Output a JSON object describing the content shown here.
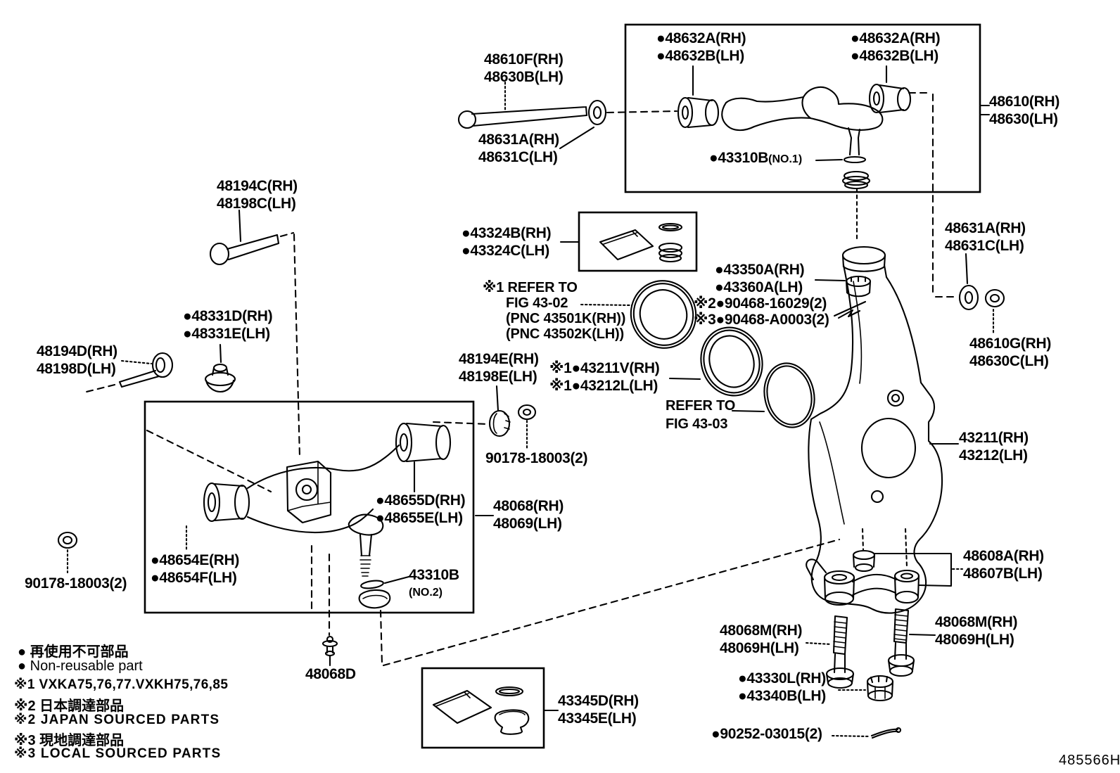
{
  "figure": {
    "code": "485566H"
  },
  "labels": {
    "l48610f": {
      "l1": "48610F(RH)",
      "l2": "48630B(LH)"
    },
    "l48631a_top": {
      "l1": "48631A(RH)",
      "l2": "48631C(LH)"
    },
    "l48632a_left": {
      "l1": "●48632A(RH)",
      "l2": "●48632B(LH)"
    },
    "l48632a_right": {
      "l1": "●48632A(RH)",
      "l2": "●48632B(LH)"
    },
    "l43310b_no1": {
      "num": "●43310B",
      "note": "(NO.1)"
    },
    "l48610": {
      "l1": "48610(RH)",
      "l2": "48630(LH)"
    },
    "l48631a_right": {
      "l1": "48631A(RH)",
      "l2": "48631C(LH)"
    },
    "l48610g": {
      "l1": "48610G(RH)",
      "l2": "48630C(LH)"
    },
    "l43211": {
      "l1": "43211(RH)",
      "l2": "43212(LH)"
    },
    "l48194c": {
      "l1": "48194C(RH)",
      "l2": "48198C(LH)"
    },
    "l48331d": {
      "l1": "●48331D(RH)",
      "l2": "●48331E(LH)"
    },
    "l48194d": {
      "l1": "48194D(RH)",
      "l2": "48198D(LH)"
    },
    "l48194e": {
      "l1": "48194E(RH)",
      "l2": "48198E(LH)"
    },
    "l90178_mid": {
      "l1": "90178-18003(2)"
    },
    "l90178_left": {
      "l1": "90178-18003(2)"
    },
    "l43324b": {
      "l1": "●43324B(RH)",
      "l2": "●43324C(LH)"
    },
    "refer4302": {
      "l1": "※1 REFER TO",
      "l2": "FIG 43-02",
      "l3": "(PNC 43501K(RH))",
      "l4": "(PNC 43502K(LH))"
    },
    "l43350a": {
      "l1": "●43350A(RH)",
      "l2": "●43360A(LH)"
    },
    "l90468_2": {
      "l1": "※2●90468-16029(2)"
    },
    "l90468_3": {
      "l1": "※3●90468-A0003(2)"
    },
    "l43211v": {
      "l1": "※1●43211V(RH)",
      "l2": "※1●43212L(LH)"
    },
    "refer4303": {
      "l1": "REFER TO",
      "l2": "FIG 43-03"
    },
    "l48655d": {
      "l1": "●48655D(RH)",
      "l2": "●48655E(LH)"
    },
    "l48068": {
      "l1": "48068(RH)",
      "l2": "48069(LH)"
    },
    "l48654e": {
      "l1": "●48654E(RH)",
      "l2": "●48654F(LH)"
    },
    "l43310b_no2": {
      "num": "43310B",
      "note": "(NO.2)"
    },
    "l48068d": {
      "l1": "48068D"
    },
    "l43345d": {
      "l1": "43345D(RH)",
      "l2": "43345E(LH)"
    },
    "l48608a": {
      "l1": "48608A(RH)",
      "l2": "48607B(LH)"
    },
    "l48068m_left": {
      "l1": "48068M(RH)",
      "l2": "48069H(LH)"
    },
    "l48068m_right": {
      "l1": "48068M(RH)",
      "l2": "48069H(LH)"
    },
    "l43330l": {
      "l1": "●43330L(RH)",
      "l2": "●43340B(LH)"
    },
    "l90252": {
      "l1": "●90252-03015(2)"
    }
  },
  "legend": {
    "jp_nonreusable": "● 再使用不可部品",
    "en_nonreusable": "● Non-reusable part",
    "note1": "※1 VXKA75,76,77.VXKH75,76,85",
    "note2_jp": "※2 日本調達部品",
    "note2_en": "※2 JAPAN SOURCED PARTS",
    "note3_jp": "※3 現地調達部品",
    "note3_en": "※3 LOCAL SOURCED PARTS"
  }
}
